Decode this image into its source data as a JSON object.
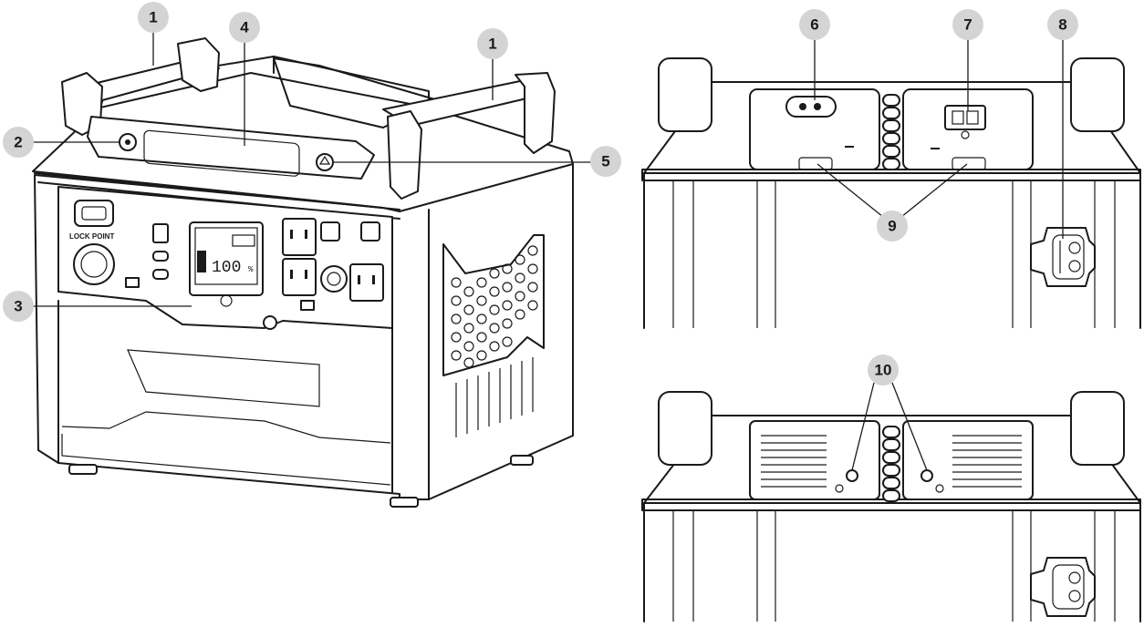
{
  "callouts": {
    "c1": "1",
    "c2": "2",
    "c3": "3",
    "c4": "4",
    "c5": "5",
    "c6": "6",
    "c7": "7",
    "c8": "8",
    "c9": "9",
    "c10": "10"
  },
  "panel": {
    "lcd_value": "100",
    "lcd_unit": "%",
    "lock_label": "LOCK POINT"
  },
  "colors": {
    "line": "#1a1a1a",
    "badge": "#d4d4d4",
    "background": "#ffffff"
  }
}
